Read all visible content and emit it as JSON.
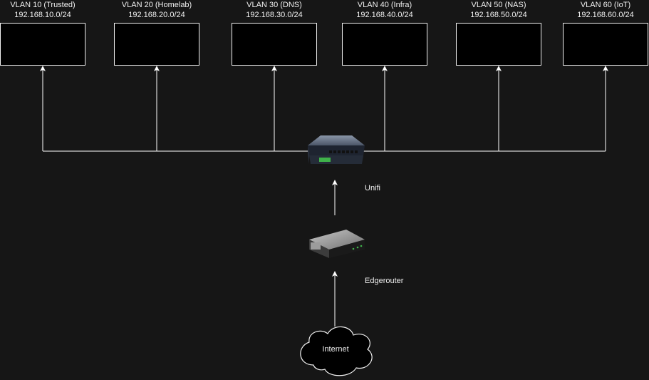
{
  "vlans": [
    {
      "name": "VLAN 10 (Trusted)",
      "subnet": "192.168.10.0/24"
    },
    {
      "name": "VLAN 20 (Homelab)",
      "subnet": "192.168.20.0/24"
    },
    {
      "name": "VLAN 30 (DNS)",
      "subnet": "192.168.30.0/24"
    },
    {
      "name": "VLAN 40 (Infra)",
      "subnet": "192.168.40.0/24"
    },
    {
      "name": "VLAN 50 (NAS)",
      "subnet": "192.168.50.0/24"
    },
    {
      "name": "VLAN 60 (IoT)",
      "subnet": "192.168.60.0/24"
    }
  ],
  "switch_label": "Unifi",
  "router_label": "Edgerouter",
  "internet_label": "Internet",
  "colors": {
    "background": "#161616",
    "line": "#ffffff",
    "box_fill": "#000000",
    "text": "#f0f0f0"
  },
  "icons": {
    "switch": "network-switch-icon",
    "router": "router-icon",
    "internet": "cloud-icon"
  }
}
